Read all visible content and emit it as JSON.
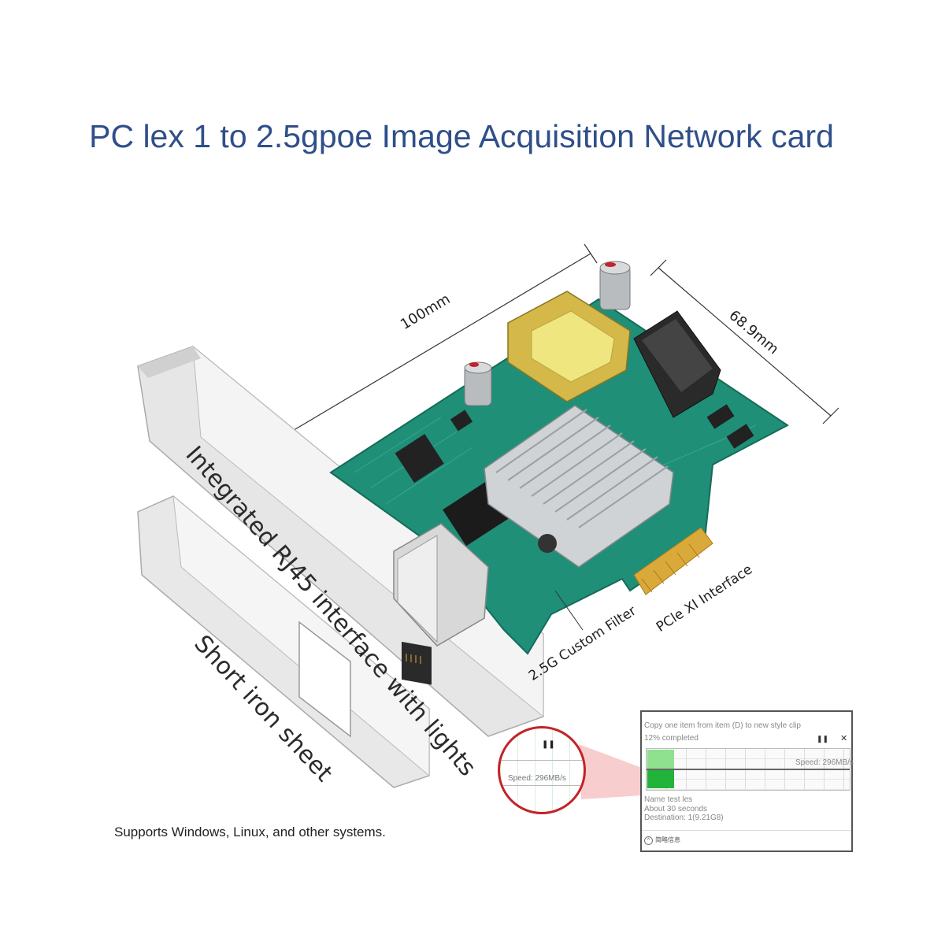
{
  "title": "PC lex 1 to 2.5gpoe Image Acquisition Network card",
  "dimensions": {
    "length": "100mm",
    "height": "68.9mm"
  },
  "labels": {
    "rj45": "Integrated RJ45 interface with lights",
    "bracket": "Short iron sheet",
    "filter": "2.5G Custom Filter",
    "pcie": "PCle XI Interface"
  },
  "os_support": "Supports Windows, Linux, and other systems.",
  "dialog": {
    "title": "Copy one item from item (D) to new style clip",
    "progress": "12% completed",
    "pause_icon": "pause-icon",
    "close_icon": "close-icon",
    "close_glyph": "✕",
    "pause_glyph": "❚❚",
    "speed": "Speed: 296MB/s",
    "name": "Name test les",
    "time": "About 30 seconds",
    "destination": "Destination: 1(9.21G8)",
    "footer": "简略信息"
  },
  "magnifier": {
    "speed": "Speed: 296MB/s"
  },
  "colors": {
    "title": "#2f4f8a",
    "pcb": "#1f8f78",
    "highlight": "#c2242a"
  }
}
